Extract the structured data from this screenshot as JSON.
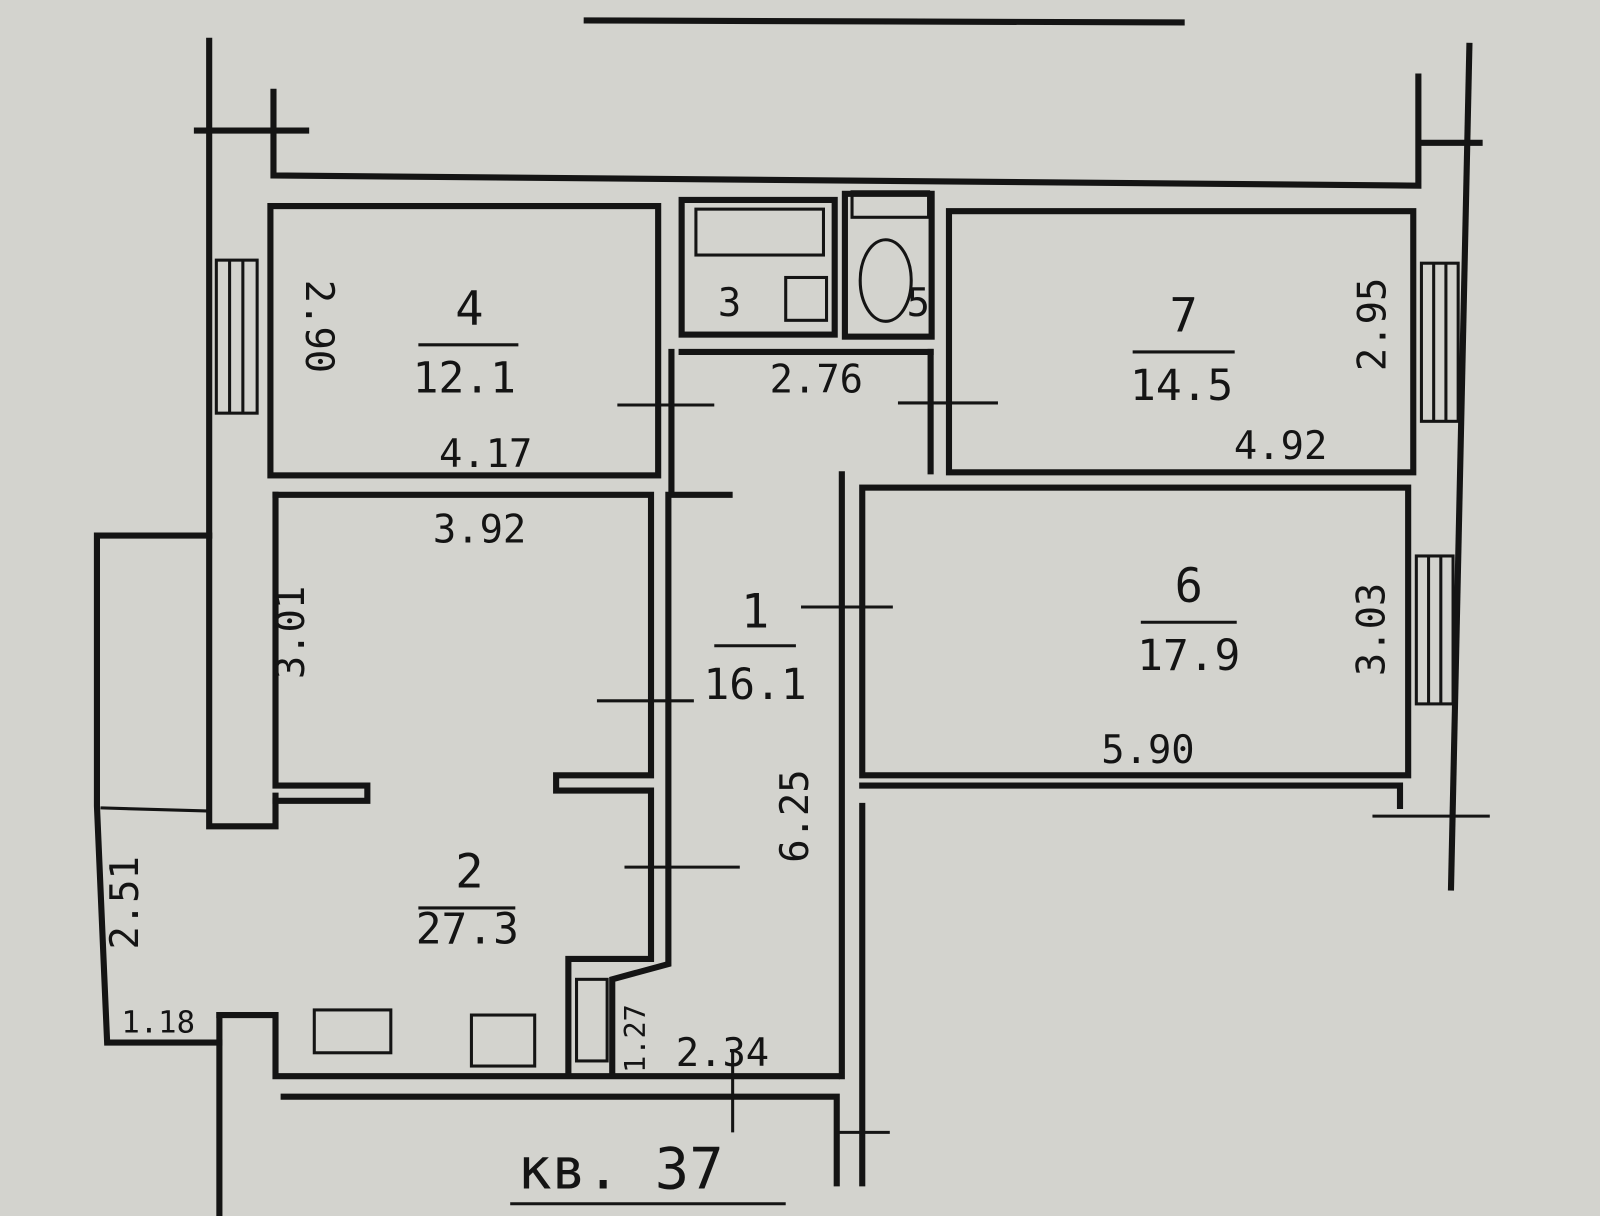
{
  "apartment_label": "кв. 37",
  "rooms": [
    {
      "number": "1",
      "area": "16.1"
    },
    {
      "number": "2",
      "area": "27.3"
    },
    {
      "number": "3",
      "area": ""
    },
    {
      "number": "4",
      "area": "12.1"
    },
    {
      "number": "5",
      "area": ""
    },
    {
      "number": "6",
      "area": "17.9"
    },
    {
      "number": "7",
      "area": "14.5"
    }
  ],
  "dimensions": {
    "room4_height": "2.90",
    "room4_width": "4.17",
    "bath_width": "2.76",
    "room7_height": "2.95",
    "room7_width": "4.92",
    "room2_width": "3.92",
    "room2_height": "3.01",
    "room2_alcove_height": "2.51",
    "room2_alcove_width": "1.18",
    "corridor_length": "6.25",
    "corridor_small": "1.27",
    "corridor_width": "2.34",
    "room6_height": "3.03",
    "room6_width": "5.90"
  }
}
